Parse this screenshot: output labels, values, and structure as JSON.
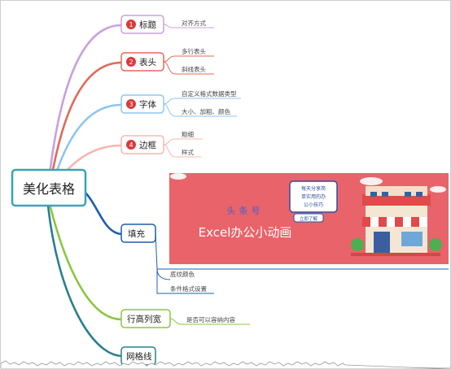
{
  "root": {
    "label": "美化表格"
  },
  "branches": [
    {
      "index": "1",
      "label": "标题",
      "color": "#c9a0dc",
      "children": [
        "对齐方式"
      ]
    },
    {
      "index": "2",
      "label": "表头",
      "color": "#e06a5a",
      "children": [
        "多行表头",
        "斜线表头"
      ]
    },
    {
      "index": "3",
      "label": "字体",
      "color": "#8ec5f0",
      "children": [
        "自定义格式数据类型",
        "大小、加粗、颜色"
      ]
    },
    {
      "index": "4",
      "label": "边框",
      "color": "#f5b8b0",
      "children": [
        "粗细",
        "样式"
      ]
    },
    {
      "index": "",
      "label": "填充",
      "color": "#1f5fa8",
      "children": [
        "底纹颜色",
        "条件格式设置"
      ]
    },
    {
      "index": "",
      "label": "行高列宽",
      "color": "#8cc63f",
      "children": [
        "是否可以容纳内容"
      ]
    },
    {
      "index": "",
      "label": "网格线",
      "color": "#2a7f8f",
      "children": []
    }
  ],
  "banner": {
    "brand": "头条号",
    "title": "Excel办公小动画",
    "bubble_lines": [
      "每天分享简",
      "单实用的办",
      "公小技巧"
    ],
    "button": "立即了解",
    "bg_color": "#e9636a"
  },
  "colors": {
    "root_border": "#3aa3b8",
    "badge": "#d93b3b"
  }
}
